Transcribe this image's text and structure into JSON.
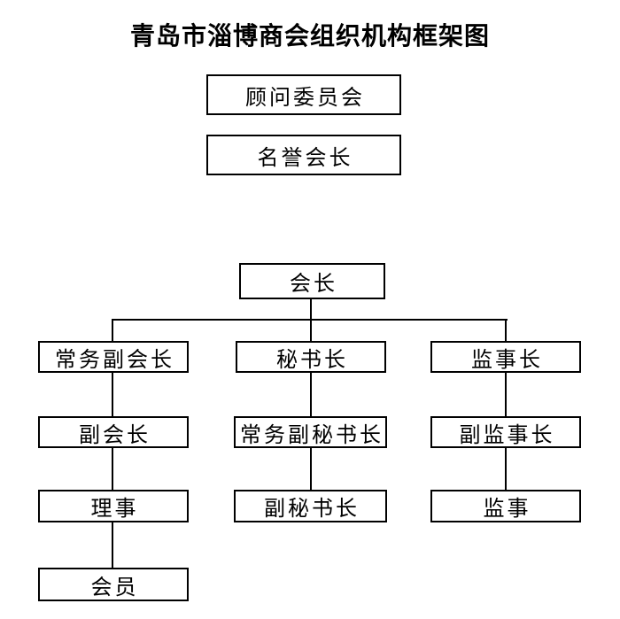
{
  "title": "青岛市淄博商会组织机构框架图",
  "nodes": {
    "advisory": "顾问委员会",
    "honorary": "名誉会长",
    "president": "会长",
    "exec_vp": "常务副会长",
    "secretary_general": "秘书长",
    "chief_supervisor": "监事长",
    "vp": "副会长",
    "exec_deputy_sg": "常务副秘书长",
    "deputy_chief_supervisor": "副监事长",
    "director": "理事",
    "deputy_sg": "副秘书长",
    "supervisor": "监事",
    "member": "会员"
  },
  "colors": {
    "background": "#ffffff",
    "box_border": "#000000",
    "line": "#000000",
    "text": "#000000"
  }
}
